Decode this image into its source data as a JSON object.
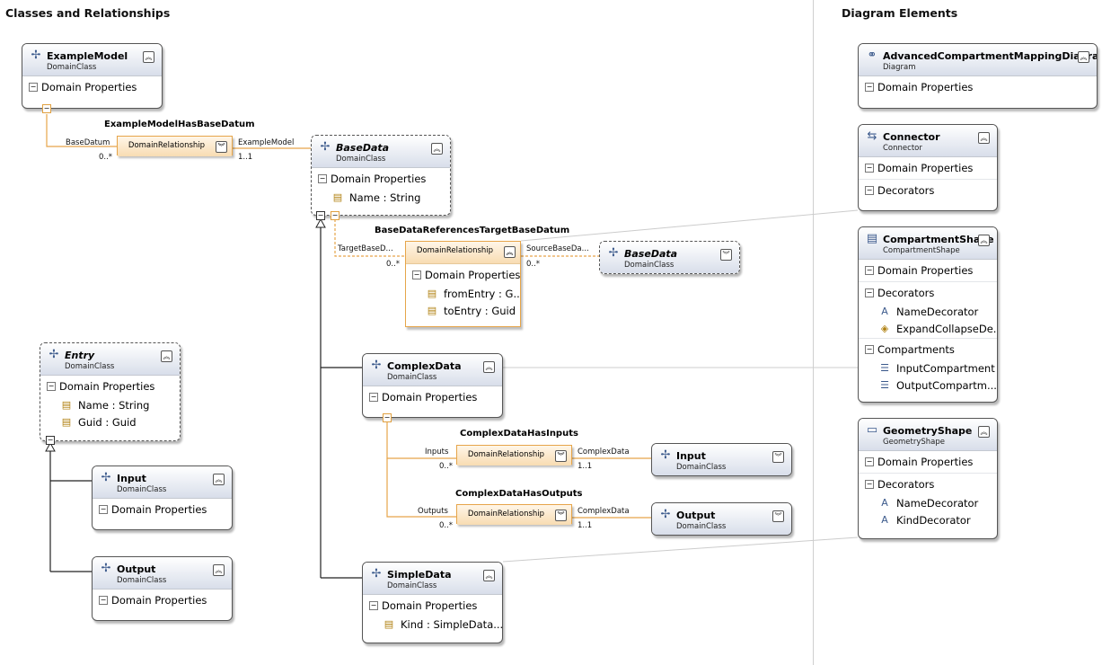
{
  "sections": {
    "left_title": "Classes and Relationships",
    "right_title": "Diagram Elements"
  },
  "labels": {
    "domain_class": "DomainClass",
    "domain_properties": "Domain Properties",
    "domain_relationship": "DomainRelationship",
    "decorators": "Decorators",
    "compartments": "Compartments"
  },
  "classes": {
    "example_model": {
      "name": "ExampleModel"
    },
    "base_data": {
      "name": "BaseData",
      "props": [
        "Name : String"
      ]
    },
    "base_data_ref": {
      "name": "BaseData"
    },
    "entry": {
      "name": "Entry",
      "props": [
        "Name : String",
        "Guid : Guid"
      ]
    },
    "input_left": {
      "name": "Input"
    },
    "output_left": {
      "name": "Output"
    },
    "complex_data": {
      "name": "ComplexData"
    },
    "simple_data": {
      "name": "SimpleData",
      "props": [
        "Kind : SimpleData..."
      ]
    },
    "input_right": {
      "name": "Input"
    },
    "output_right": {
      "name": "Output"
    }
  },
  "relationships": {
    "example_model_has_base_datum": {
      "name": "ExampleModelHasBaseDatum",
      "source_role": "BaseDatum",
      "source_mult": "0..*",
      "target_role": "ExampleModel",
      "target_mult": "1..1"
    },
    "base_data_references_target": {
      "name": "BaseDataReferencesTargetBaseDatum",
      "source_role": "TargetBaseD...",
      "source_mult": "0..*",
      "target_role": "SourceBaseDa...",
      "target_mult": "0..*",
      "props": [
        "fromEntry : G...",
        "toEntry : Guid"
      ]
    },
    "complex_data_has_inputs": {
      "name": "ComplexDataHasInputs",
      "source_role": "Inputs",
      "source_mult": "0..*",
      "target_role": "ComplexData",
      "target_mult": "1..1"
    },
    "complex_data_has_outputs": {
      "name": "ComplexDataHasOutputs",
      "source_role": "Outputs",
      "source_mult": "0..*",
      "target_role": "ComplexData",
      "target_mult": "1..1"
    }
  },
  "diagram_elements": {
    "diagram": {
      "name": "AdvancedCompartmentMappingDiagram",
      "kind": "Diagram"
    },
    "connector": {
      "name": "Connector",
      "kind": "Connector"
    },
    "compartment_shape": {
      "name": "CompartmentShape",
      "kind": "CompartmentShape",
      "decorators": [
        "NameDecorator",
        "ExpandCollapseDe..."
      ],
      "compartments": [
        "InputCompartment",
        "OutputCompartm..."
      ]
    },
    "geometry_shape": {
      "name": "GeometryShape",
      "kind": "GeometryShape",
      "decorators": [
        "NameDecorator",
        "KindDecorator"
      ]
    }
  },
  "colors": {
    "relationship_line": "#e6a54a",
    "inheritance_line": "#222222",
    "mapping_line": "#cccccc"
  }
}
